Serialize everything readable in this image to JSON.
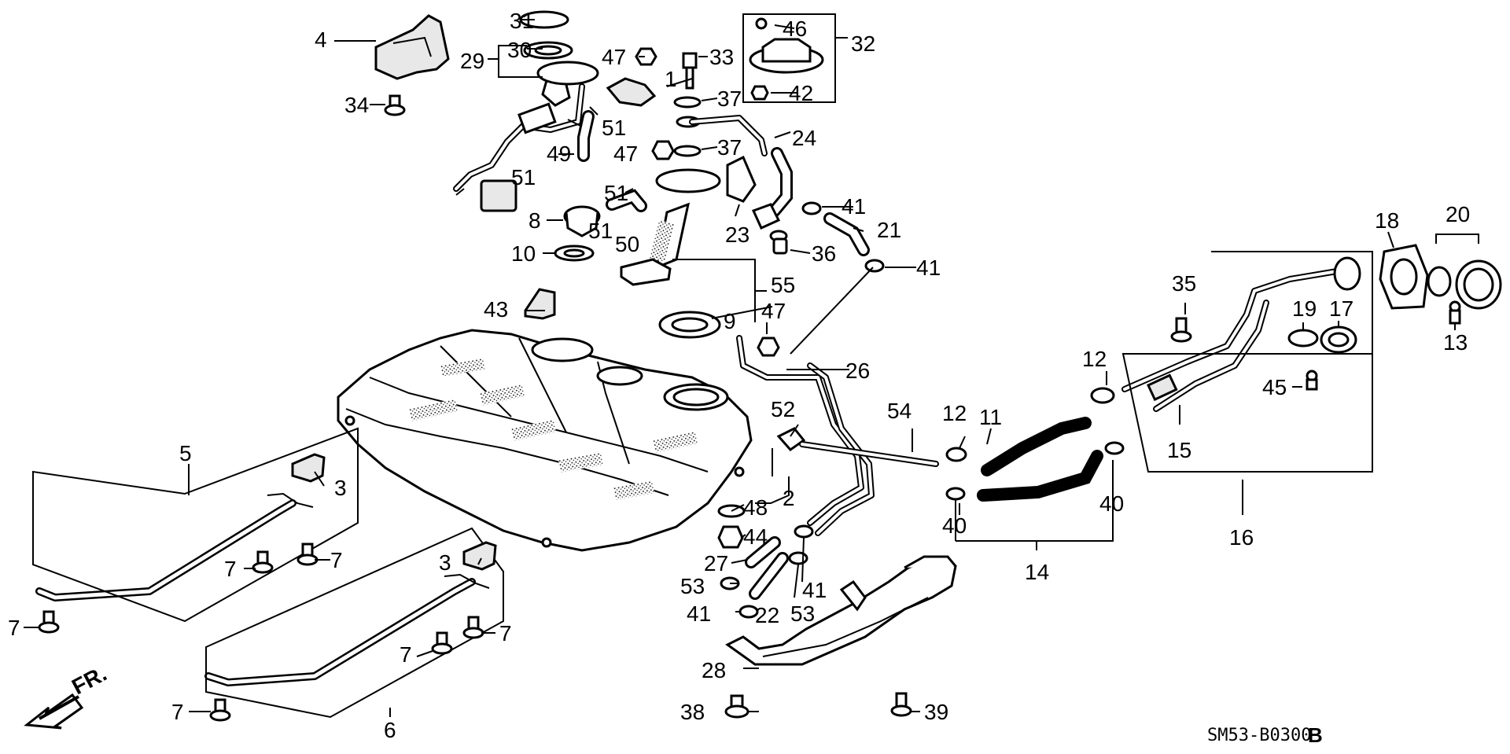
{
  "diagram": {
    "direction_label": "FR.",
    "drawing_code": "SM53-B0300",
    "drawing_suffix": "B",
    "callouts": [
      {
        "id": "c1",
        "text": "1"
      },
      {
        "id": "c2",
        "text": "2"
      },
      {
        "id": "c3a",
        "text": "3"
      },
      {
        "id": "c3b",
        "text": "3"
      },
      {
        "id": "c4",
        "text": "4"
      },
      {
        "id": "c5",
        "text": "5"
      },
      {
        "id": "c6",
        "text": "6"
      },
      {
        "id": "c7a",
        "text": "7"
      },
      {
        "id": "c7b",
        "text": "7"
      },
      {
        "id": "c7c",
        "text": "7"
      },
      {
        "id": "c7d",
        "text": "7"
      },
      {
        "id": "c7e",
        "text": "7"
      },
      {
        "id": "c7f",
        "text": "7"
      },
      {
        "id": "c8",
        "text": "8"
      },
      {
        "id": "c9",
        "text": "9"
      },
      {
        "id": "c10",
        "text": "10"
      },
      {
        "id": "c11",
        "text": "11"
      },
      {
        "id": "c12a",
        "text": "12"
      },
      {
        "id": "c12b",
        "text": "12"
      },
      {
        "id": "c13",
        "text": "13"
      },
      {
        "id": "c14",
        "text": "14"
      },
      {
        "id": "c15",
        "text": "15"
      },
      {
        "id": "c16",
        "text": "16"
      },
      {
        "id": "c17",
        "text": "17"
      },
      {
        "id": "c18",
        "text": "18"
      },
      {
        "id": "c19",
        "text": "19"
      },
      {
        "id": "c20",
        "text": "20"
      },
      {
        "id": "c21",
        "text": "21"
      },
      {
        "id": "c22",
        "text": "22"
      },
      {
        "id": "c23",
        "text": "23"
      },
      {
        "id": "c24",
        "text": "24"
      },
      {
        "id": "c26",
        "text": "26"
      },
      {
        "id": "c27",
        "text": "27"
      },
      {
        "id": "c28",
        "text": "28"
      },
      {
        "id": "c29",
        "text": "29"
      },
      {
        "id": "c30",
        "text": "30"
      },
      {
        "id": "c31",
        "text": "31"
      },
      {
        "id": "c32",
        "text": "32"
      },
      {
        "id": "c33",
        "text": "33"
      },
      {
        "id": "c34",
        "text": "34"
      },
      {
        "id": "c35",
        "text": "35"
      },
      {
        "id": "c36",
        "text": "36"
      },
      {
        "id": "c37a",
        "text": "37"
      },
      {
        "id": "c37b",
        "text": "37"
      },
      {
        "id": "c38",
        "text": "38"
      },
      {
        "id": "c39",
        "text": "39"
      },
      {
        "id": "c40a",
        "text": "40"
      },
      {
        "id": "c40b",
        "text": "40"
      },
      {
        "id": "c41a",
        "text": "41"
      },
      {
        "id": "c41b",
        "text": "41"
      },
      {
        "id": "c41c",
        "text": "41"
      },
      {
        "id": "c41d",
        "text": "41"
      },
      {
        "id": "c42",
        "text": "42"
      },
      {
        "id": "c43",
        "text": "43"
      },
      {
        "id": "c44",
        "text": "44"
      },
      {
        "id": "c45",
        "text": "45"
      },
      {
        "id": "c46",
        "text": "46"
      },
      {
        "id": "c47a",
        "text": "47"
      },
      {
        "id": "c47b",
        "text": "47"
      },
      {
        "id": "c47c",
        "text": "47"
      },
      {
        "id": "c48",
        "text": "48"
      },
      {
        "id": "c49",
        "text": "49"
      },
      {
        "id": "c50",
        "text": "50"
      },
      {
        "id": "c51a",
        "text": "51"
      },
      {
        "id": "c51b",
        "text": "51"
      },
      {
        "id": "c51c",
        "text": "51"
      },
      {
        "id": "c51d",
        "text": "51"
      },
      {
        "id": "c52",
        "text": "52"
      },
      {
        "id": "c53a",
        "text": "53"
      },
      {
        "id": "c53b",
        "text": "53"
      },
      {
        "id": "c54",
        "text": "54"
      },
      {
        "id": "c55",
        "text": "55"
      }
    ]
  }
}
